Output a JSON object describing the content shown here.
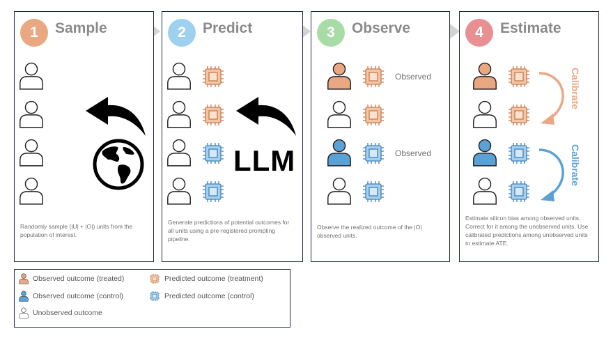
{
  "steps": [
    {
      "number": "1",
      "title": "Sample",
      "color": "#eaa882",
      "description": "Randomly sample (|U| + |O|) units from the population of interest."
    },
    {
      "number": "2",
      "title": "Predict",
      "color": "#9fd0f0",
      "description": "Generate predictions of potential outcomes for all units using a pre-registered prompting pipeline."
    },
    {
      "number": "3",
      "title": "Observe",
      "color": "#a8dca6",
      "description": "Observe the realized outcome of the |O| observed units."
    },
    {
      "number": "4",
      "title": "Estimate",
      "color": "#e88f92",
      "description": "Estimate silicon bias among observed units. Correct for it among the unobserved units. Use calibrated predictions among unobserved units to estimate ATE."
    }
  ],
  "llm_label": "LLM",
  "observed_label": "Observed",
  "calibrate_label": "Calibrate",
  "legend": {
    "treated_person": "Observed outcome (treated)",
    "control_person": "Observed outcome (control)",
    "unobserved_person": "Unobserved outcome",
    "pred_treatment": "Predicted outcome (treatment)",
    "pred_control": "Predicted outcome (control)"
  },
  "colors": {
    "treated": "#eaa882",
    "control": "#5aa2d6",
    "chip_treated_fill": "#f2c6a6",
    "chip_treated_stroke": "#c9794a",
    "chip_control_fill": "#a9cfee",
    "chip_control_stroke": "#3c82bd",
    "calibrate_treated": "#eaa882",
    "calibrate_control": "#5aa2d6",
    "arrow_gray": "#d3d3d3"
  },
  "icons": [
    "person-icon",
    "chip-icon",
    "globe-icon",
    "curved-arrow-icon",
    "chevron-arrow-icon"
  ]
}
